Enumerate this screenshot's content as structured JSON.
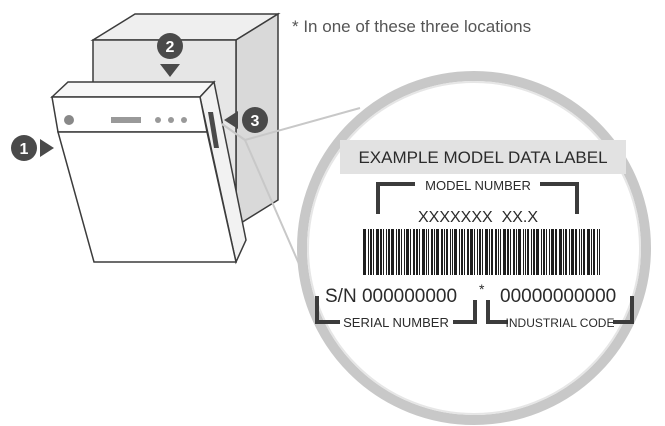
{
  "note": "* In one of these three locations",
  "markers": [
    "1",
    "2",
    "3"
  ],
  "label": {
    "title": "EXAMPLE MODEL DATA LABEL",
    "model_number_caption": "MODEL NUMBER",
    "model_number_value": "XXXXXXX  XX.X",
    "serial_value": "S/N 000000000",
    "separator": "*",
    "industrial_value": "00000000000",
    "serial_caption": "SERIAL NUMBER",
    "industrial_caption": "INDUSTRIAL CODE"
  },
  "colors": {
    "line": "#3c3c3c",
    "marker_fill": "#4a4a4a",
    "cabinet_fill": "#e6e6e6",
    "loupe_ring": "#c8c8c8",
    "title_band": "#e2e2e2",
    "label_text": "#2b2b2b"
  }
}
